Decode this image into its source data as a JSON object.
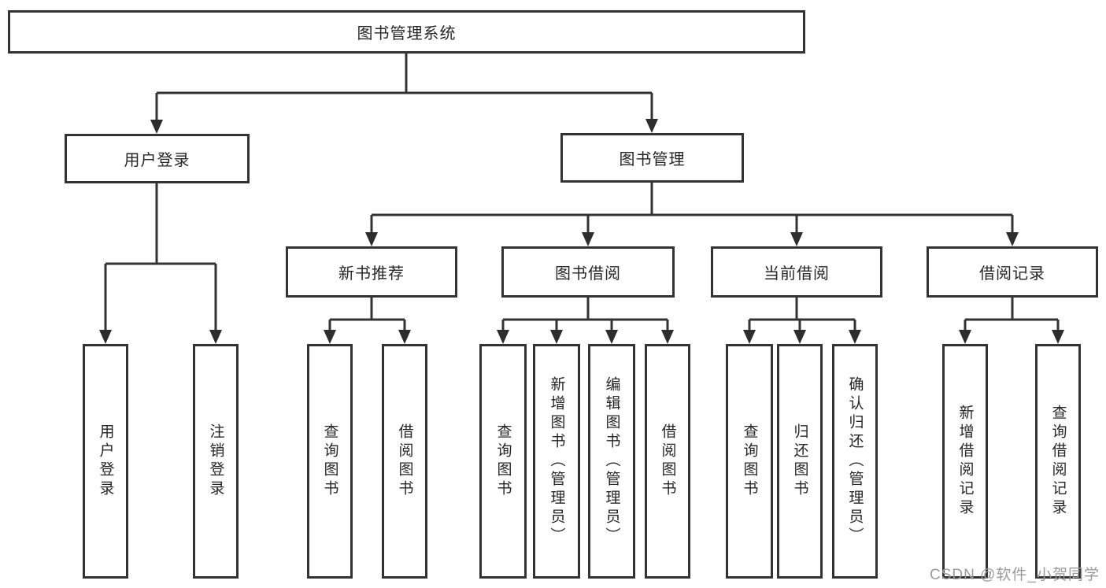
{
  "diagram": {
    "root": {
      "label": "图书管理系统"
    },
    "level2": [
      {
        "label": "用户登录"
      },
      {
        "label": "图书管理"
      }
    ],
    "level3": [
      {
        "label": "新书推荐"
      },
      {
        "label": "图书借阅"
      },
      {
        "label": "当前借阅"
      },
      {
        "label": "借阅记录"
      }
    ],
    "leaves": [
      {
        "label": "用户登录"
      },
      {
        "label": "注销登录"
      },
      {
        "label": "查询图书"
      },
      {
        "label": "借阅图书"
      },
      {
        "label": "查询图书"
      },
      {
        "label": "新增图书（管理员）"
      },
      {
        "label": "编辑图书（管理员）"
      },
      {
        "label": "借阅图书"
      },
      {
        "label": "查询图书"
      },
      {
        "label": "归还图书"
      },
      {
        "label": "确认归还（管理员）"
      },
      {
        "label": "新增借阅记录"
      },
      {
        "label": "查询借阅记录"
      }
    ]
  },
  "watermark": {
    "text": "CSDN @软件_小贺同学"
  },
  "colors": {
    "line": "#333333",
    "arrow": "#2d2d2d",
    "node_border": "#333333",
    "text": "#262626",
    "watermark": "#9b9b9b",
    "background": "#ffffff"
  }
}
